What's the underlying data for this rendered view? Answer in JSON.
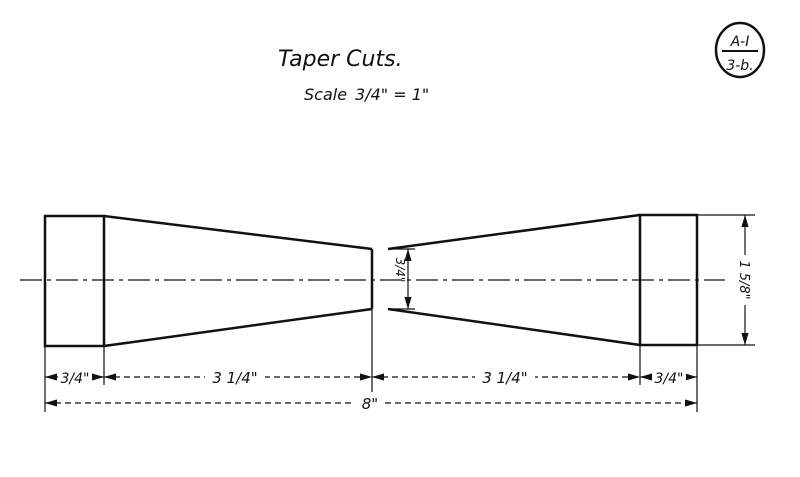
{
  "title": "Taper Cuts.",
  "scale": {
    "prefix": "Scale",
    "value": "3/4\" = 1\""
  },
  "sheet_badge": {
    "top": "A-I",
    "bottom": "3-b."
  },
  "dimensions": {
    "left_end": "3/4\"",
    "left_taper": "3 1/4\"",
    "right_taper": "3 1/4\"",
    "right_end": "3/4\"",
    "overall": "8\"",
    "center_diameter": "3/4\"",
    "end_diameter": "1 5/8\""
  },
  "colors": {
    "ink": "#111111",
    "paper": "#ffffff"
  }
}
